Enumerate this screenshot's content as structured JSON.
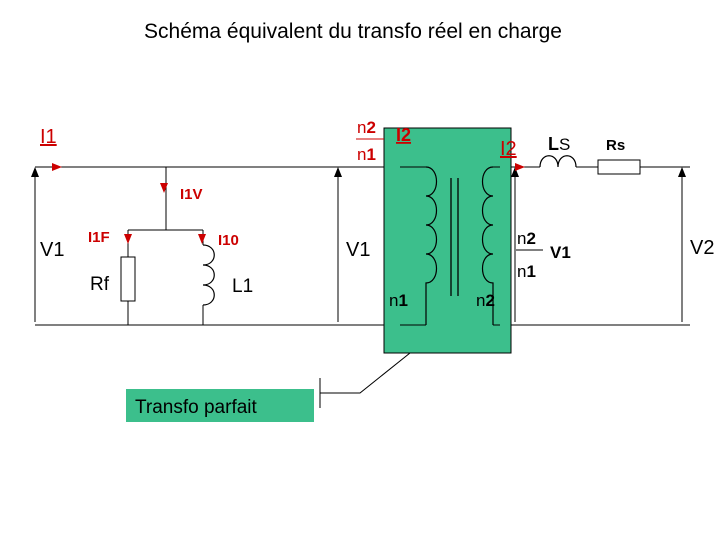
{
  "title": "Schéma équivalent du transfo réel en charge",
  "labels": {
    "i1": "I1",
    "v1_left": "V1",
    "i1v": "I1V",
    "i1f": "I1F",
    "i10": "I10",
    "rf": "Rf",
    "l1": "L1",
    "v1_mid": "V1",
    "ratio_top_num_n": "n",
    "ratio_top_num_sub": "2",
    "ratio_top_den_n": "n",
    "ratio_top_den_sub": "1",
    "i2_ratio": "I2",
    "i2": "I2",
    "ls_l": "L",
    "ls_s": "S",
    "rs": "Rs",
    "ratio_right_num_n": "n",
    "ratio_right_num_sub": "2",
    "ratio_right_den_n": "n",
    "ratio_right_den_sub": "1",
    "v1_right": "V1",
    "v2": "V2",
    "n1_n": "n",
    "n1_sub": "1",
    "n2_n": "n",
    "n2_sub": "2",
    "callout": "Transfo parfait"
  },
  "colors": {
    "wire": "#000000",
    "current_label": "#cc0000",
    "transformer_fill": "#3cbf8c",
    "callout_fill": "#3cbf8c"
  }
}
